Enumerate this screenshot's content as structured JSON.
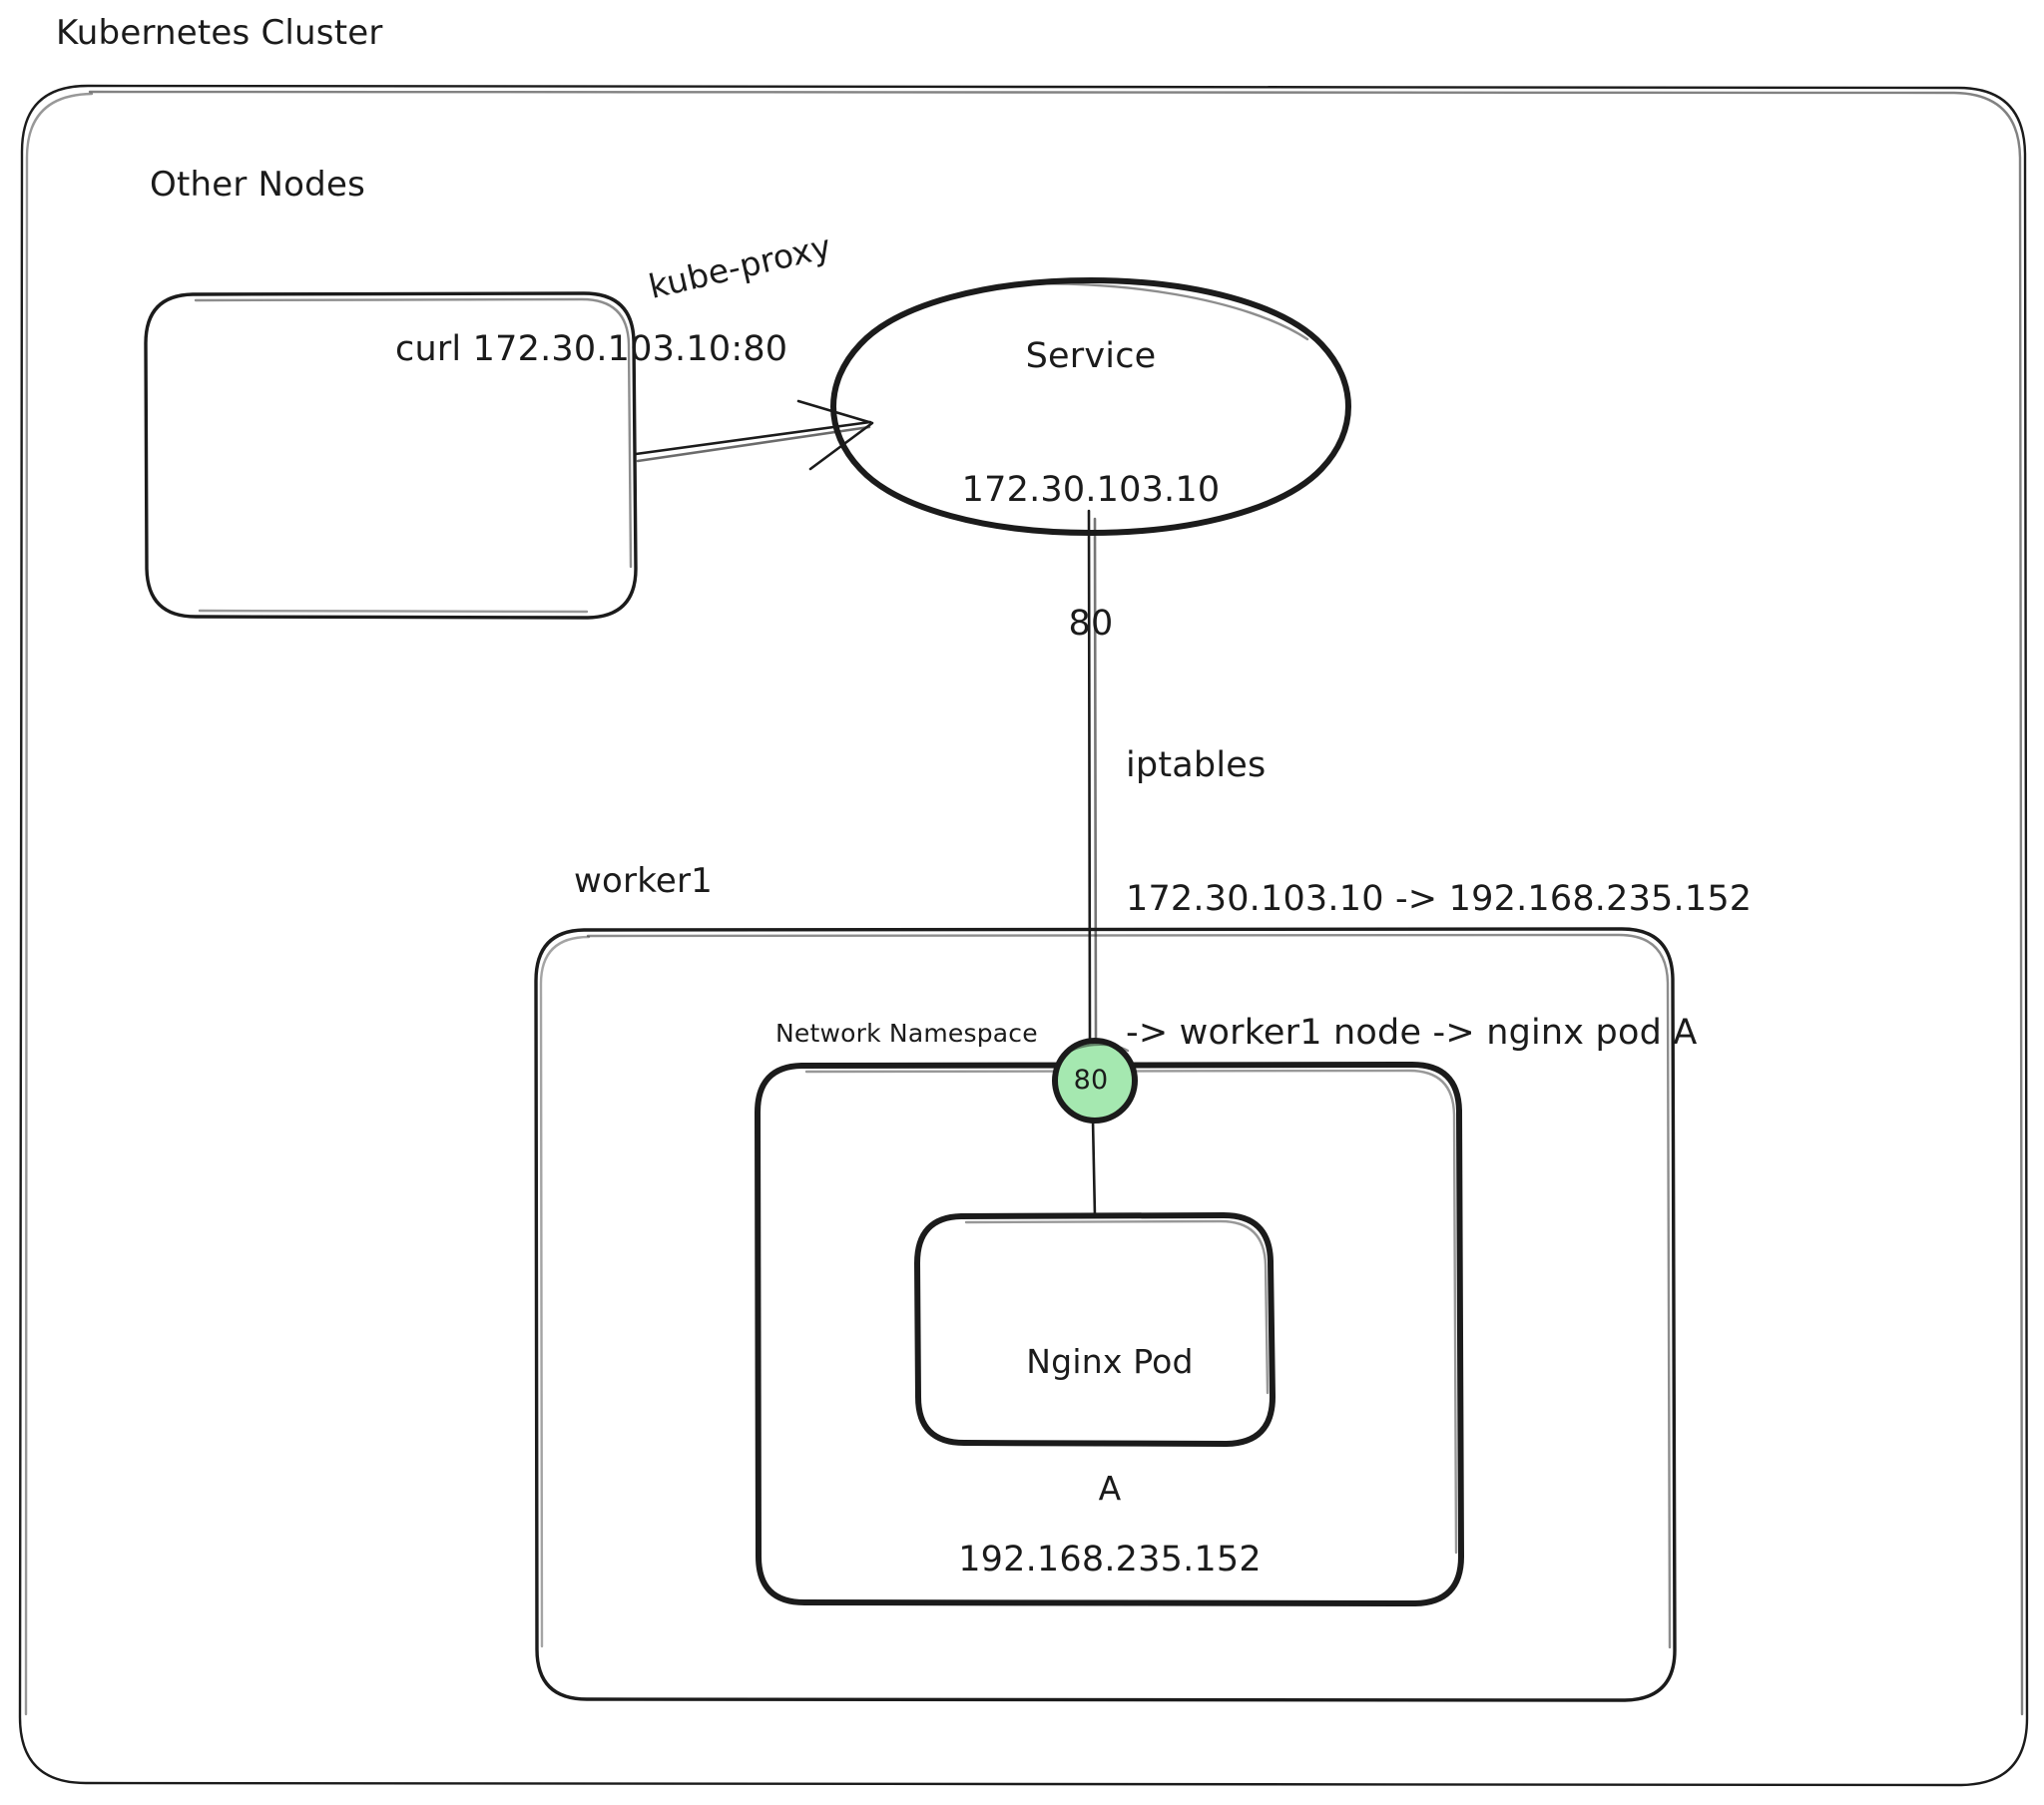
{
  "diagram": {
    "title": "Kubernetes Cluster",
    "background_color": "#ffffff",
    "stroke_color": "#1b1b1b",
    "accent_color": "#a5e8b0",
    "groups": {
      "cluster": {
        "label": "Kubernetes Cluster"
      },
      "other_nodes": {
        "label": "Other Nodes"
      },
      "worker1": {
        "label": "worker1"
      },
      "network_namespace": {
        "label": "Network Namespace"
      }
    },
    "nodes": {
      "other_nodes_box": {
        "text": "curl 172.30.103.10:80"
      },
      "service": {
        "line1": "Service",
        "line2": "172.30.103.10",
        "line3": "80"
      },
      "port_badge": {
        "text": "80",
        "fill": "#a5e8b0"
      },
      "nginx_pod": {
        "line1": "Nginx Pod",
        "line2": "A"
      },
      "pod_ip": {
        "text": "192.168.235.152"
      }
    },
    "edges": {
      "kube_proxy": {
        "label": "kube-proxy"
      },
      "iptables": {
        "line1": "iptables",
        "line2": "172.30.103.10 -> 192.168.235.152",
        "line3": "-> worker1 node -> nginx pod A"
      }
    }
  }
}
